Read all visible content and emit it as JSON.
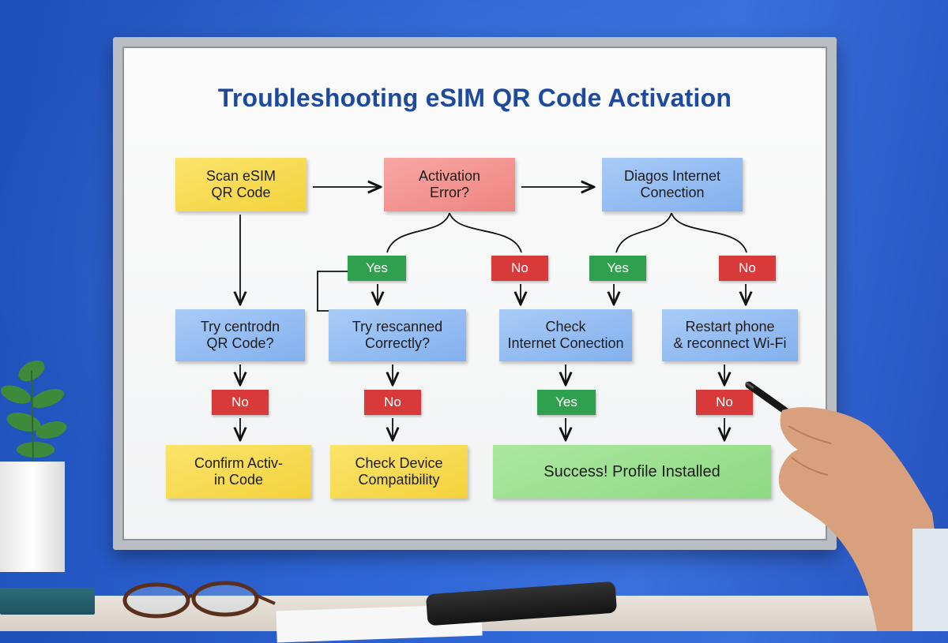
{
  "title": "Troubleshooting eSIM QR Code Activation",
  "nodes": {
    "scan": "Scan eSIM\nQR Code",
    "activation_error": "Activation\nError?",
    "diagnose_internet": "Diagos Internet\nConection",
    "try_centrodn": "Try centrodn\nQR Code?",
    "try_rescanned": "Try rescanned\nCorrectly?",
    "check_internet": "Check\nInternet Conection",
    "restart_phone": "Restart phone\n& reconnect Wi-Fi",
    "confirm_code": "Confirm Activ-\nin Code",
    "check_device": "Check Device\nCompatibility",
    "success": "Success! Profile Installed"
  },
  "badges": {
    "yes_1": "Yes",
    "no_1": "No",
    "yes_2": "Yes",
    "no_2": "No",
    "no_3": "No",
    "no_4": "No",
    "yes_3": "Yes",
    "no_5": "No"
  },
  "colors": {
    "wall": "#2f66d6",
    "title": "#1e4a9e",
    "yellow_note": "#f4d23c",
    "pink_note": "#ee8481",
    "blue_note": "#82b0ee",
    "green_note": "#8ed983",
    "yes_badge": "#2fa04d",
    "no_badge": "#d83a3a"
  },
  "icons": [
    "pen-icon",
    "plant-icon",
    "glasses-icon",
    "phone-icon"
  ]
}
